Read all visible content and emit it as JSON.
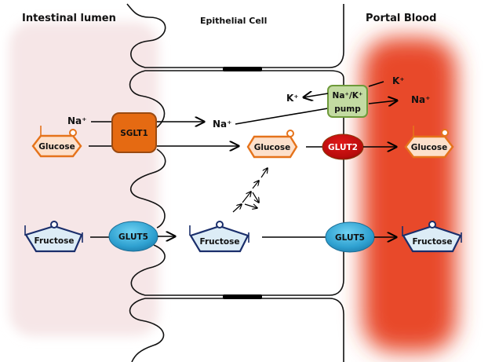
{
  "regions": {
    "lumen": "Intestinal lumen",
    "cell": "Epithelial Cell",
    "blood": "Portal Blood"
  },
  "transporters": {
    "sglt1": "SGLT1",
    "glut2": "GLUT2",
    "glut5_apical": "GLUT5",
    "glut5_basolateral": "GLUT5",
    "pump_line1": "Na⁺/K⁺",
    "pump_line2": "pump"
  },
  "molecules": {
    "glucose_lumen": "Glucose",
    "glucose_cell": "Glucose",
    "glucose_blood": "Glucose",
    "fructose_lumen": "Fructose",
    "fructose_cell": "Fructose",
    "fructose_blood": "Fructose"
  },
  "ions": {
    "na_lumen": "Na⁺",
    "na_cell": "Na⁺",
    "k_cell": "K⁺",
    "k_blood": "K⁺",
    "na_blood": "Na⁺"
  },
  "colors": {
    "lumen_bg": "#f6e6e7",
    "blood_red": "#e84a2c",
    "sglt1": "#e56a12",
    "glut2": "#c81010",
    "glut5": "#3aa7d6",
    "pump": "#c3dba2",
    "glucose_fill": "#fde0cb",
    "glucose_stroke": "#e5731b",
    "fructose_fill": "#dcecf6",
    "fructose_stroke": "#1a2e6b"
  }
}
